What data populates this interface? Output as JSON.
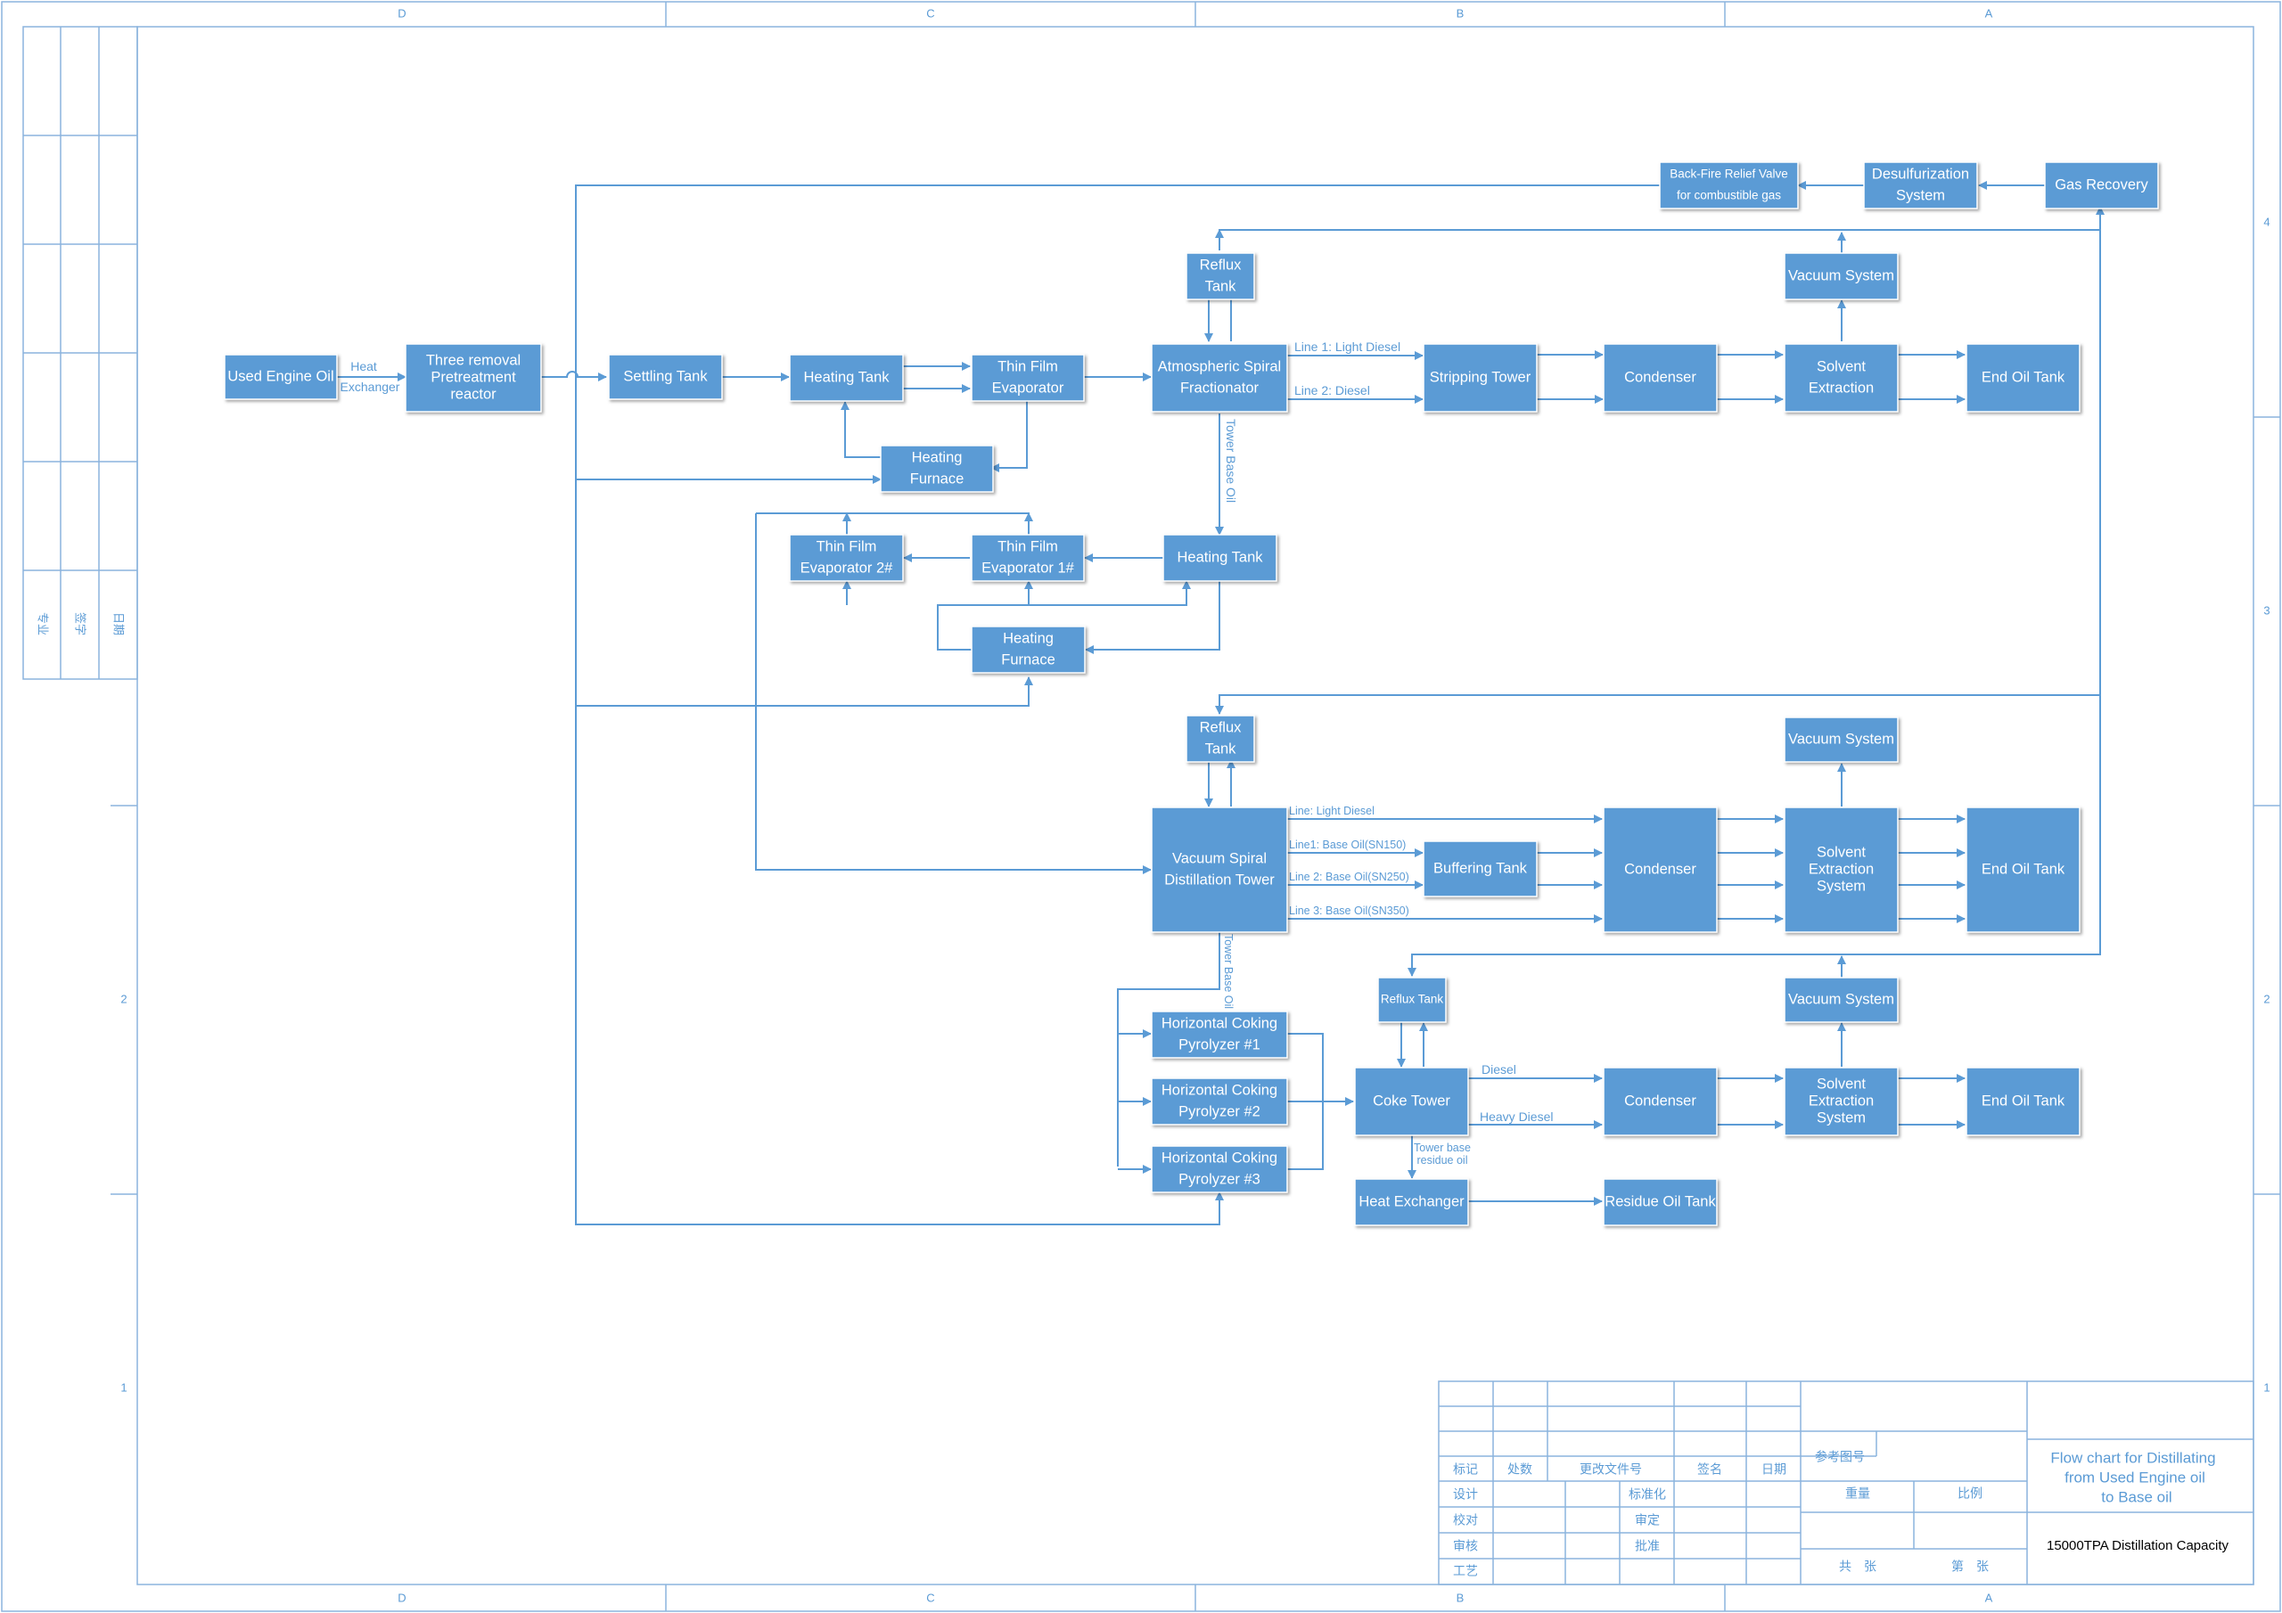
{
  "zones": {
    "columns": [
      "D",
      "C",
      "B",
      "A"
    ],
    "rows_right": [
      "4",
      "3",
      "2",
      "1"
    ],
    "rows_left": [
      "2",
      "1"
    ]
  },
  "side_block": {
    "labels": [
      "专业",
      "签字",
      "日期"
    ]
  },
  "nodes": {
    "used_engine_oil": "Used Engine Oil",
    "pretreatment": [
      "Three removal",
      "Pretreatment",
      "reactor"
    ],
    "settling_tank": "Settling Tank",
    "heating_tank_1": "Heating Tank",
    "thin_film_evaporator": [
      "Thin Film",
      "Evaporator"
    ],
    "heating_furnace_1": [
      "Heating",
      "Furnace"
    ],
    "atmospheric_fractionator": [
      "Atmospheric Spiral",
      "Fractionator"
    ],
    "reflux_tank_1": [
      "Reflux",
      "Tank"
    ],
    "stripping_tower": "Stripping Tower",
    "condenser_1": "Condenser",
    "solvent_extraction_1": [
      "Solvent",
      "Extraction"
    ],
    "end_oil_tank_1": "End Oil Tank",
    "vacuum_system_1": "Vacuum System",
    "gas_recovery": "Gas Recovery",
    "desulfurization": [
      "Desulfurization",
      "System"
    ],
    "backfire_valve": [
      "Back-Fire Relief Valve",
      "for combustible gas"
    ],
    "heating_tank_2": "Heating Tank",
    "thin_film_evaporator_1": [
      "Thin Film",
      "Evaporator 1#"
    ],
    "thin_film_evaporator_2": [
      "Thin Film",
      "Evaporator 2#"
    ],
    "heating_furnace_2": [
      "Heating",
      "Furnace"
    ],
    "reflux_tank_2": [
      "Reflux",
      "Tank"
    ],
    "vacuum_distillation_tower": [
      "Vacuum Spiral",
      "Distillation Tower"
    ],
    "buffering_tank": "Buffering Tank",
    "condenser_2": "Condenser",
    "solvent_extraction_2": [
      "Solvent",
      "Extraction",
      "System"
    ],
    "end_oil_tank_2": "End Oil Tank",
    "vacuum_system_2": "Vacuum System",
    "pyrolyzer_1": [
      "Horizontal Coking",
      "Pyrolyzer #1"
    ],
    "pyrolyzer_2": [
      "Horizontal Coking",
      "Pyrolyzer #2"
    ],
    "pyrolyzer_3": [
      "Horizontal Coking",
      "Pyrolyzer #3"
    ],
    "reflux_tank_3": "Reflux Tank",
    "coke_tower": "Coke Tower",
    "condenser_3": "Condenser",
    "solvent_extraction_3": [
      "Solvent",
      "Extraction",
      "System"
    ],
    "end_oil_tank_3": "End Oil Tank",
    "vacuum_system_3": "Vacuum System",
    "heat_exchanger": "Heat Exchanger",
    "residue_oil_tank": "Residue Oil Tank"
  },
  "edge_labels": {
    "heat_exchanger": [
      "Heat",
      "Exchanger"
    ],
    "line1_light_diesel": "Line 1: Light Diesel",
    "line2_diesel": "Line 2: Diesel",
    "tower_base_oil_1": "Tower Base Oil",
    "line_light_diesel": "Line: Light Diesel",
    "line1_sn150": "Line1: Base Oil(SN150)",
    "line2_sn250": "Line 2: Base Oil(SN250)",
    "line3_sn350": "Line 3: Base Oil(SN350)",
    "tower_base_oil_2": "Tower Base Oil",
    "diesel": "Diesel",
    "heavy_diesel": "Heavy Diesel",
    "tower_base_residue": [
      "Tower base",
      "residue oil"
    ]
  },
  "title_block": {
    "col_headers": [
      "标记",
      "处数",
      "更改文件号",
      "签名",
      "日期"
    ],
    "row_labels": [
      "设计",
      "校对",
      "审核",
      "工艺"
    ],
    "mid_labels": [
      "标准化",
      "审定",
      "批准"
    ],
    "ref_no": "参考图号",
    "weight": "重量",
    "scale": "比例",
    "total": "共　张",
    "sheet": "第　张",
    "title": [
      "Flow chart for Distillating",
      "from Used Engine oil",
      "to Base  oil"
    ],
    "capacity": "15000TPA Distillation Capacity"
  },
  "colors": {
    "box": "#5b9bd5",
    "line": "#5b9bd5",
    "frame": "#8bb4dd"
  }
}
